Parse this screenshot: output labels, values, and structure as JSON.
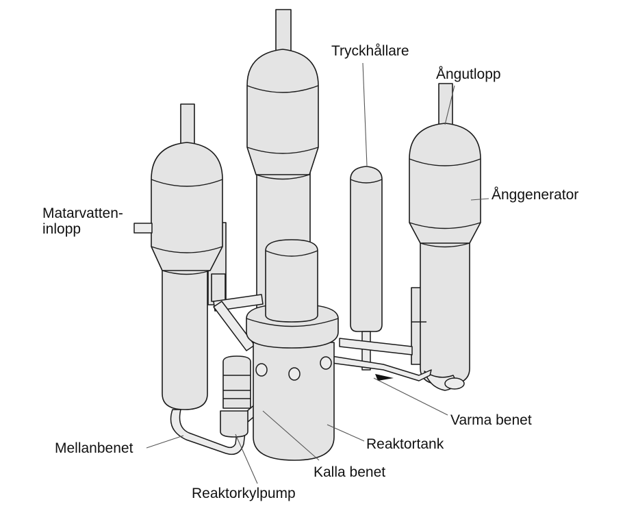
{
  "labels": {
    "tryckhallare": "Tryckhållare",
    "angutlopp": "Ångutlopp",
    "anggenerator": "Ånggenerator",
    "matarvatten": "Matarvatten-",
    "inlopp": "inlopp",
    "varma_benet": "Varma benet",
    "reaktortank": "Reaktortank",
    "kalla_benet": "Kalla benet",
    "mellanbenet": "Mellanbenet",
    "reaktorkylpump": "Reaktorkylpump"
  },
  "colors": {
    "equipment_fill": "#e4e4e4",
    "outline": "#1a1a1a",
    "leader": "#555555",
    "text": "#111111"
  }
}
